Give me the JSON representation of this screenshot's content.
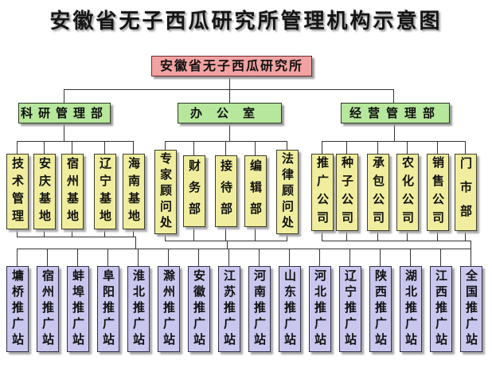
{
  "title": "安徽省无子西瓜研究所管理机构示意图",
  "root": {
    "label": "安徽省无子西瓜研究所"
  },
  "departments": {
    "research": "科研管理部",
    "office": "办公室",
    "business": "经营管理部"
  },
  "research_units": [
    "技术管理",
    "安庆基地",
    "宿州基地",
    "辽宁基地",
    "海南基地"
  ],
  "office_units": [
    "专家顾问处",
    "财务部",
    "接待部",
    "编辑部",
    "法律顾问处"
  ],
  "business_units": [
    "推广公司",
    "种子公司",
    "承包公司",
    "农化公司",
    "销售公司",
    "门市部"
  ],
  "stations": [
    "墉桥推广站",
    "宿州推广站",
    "蚌埠推广站",
    "阜阳推广站",
    "淮北推广站",
    "滁州推广站",
    "安徽推广站",
    "江苏推广站",
    "河南推广站",
    "山东推广站",
    "河北推广站",
    "辽宁推广站",
    "陕西推广站",
    "湖北推广站",
    "江西推广站",
    "全国推广站"
  ],
  "colors": {
    "root_bg": "#f2a2a2",
    "dept_bg": "#b6e79c",
    "unit_bg": "#f0ee9e",
    "station_bg": "#c9c7ed",
    "line": "#333333",
    "shadow": "#9a9a9a"
  }
}
